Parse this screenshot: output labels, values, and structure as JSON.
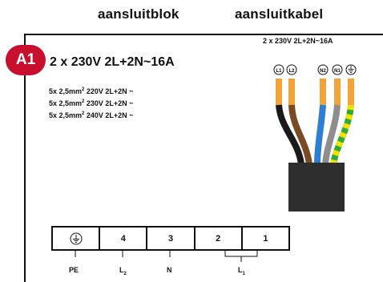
{
  "header": {
    "left_title": "aansluitblok",
    "right_title": "aansluitkabel"
  },
  "badge": "A1",
  "main_title": "2 x 230V 2L+2N~16A",
  "specs": [
    {
      "prefix": "5x 2,5mm",
      "sup": "2",
      "suffix": " 220V 2L+2N ~"
    },
    {
      "prefix": "5x 2,5mm",
      "sup": "2",
      "suffix": " 230V 2L+2N ~"
    },
    {
      "prefix": "5x 2,5mm",
      "sup": "2",
      "suffix": " 240V 2L+2N ~"
    }
  ],
  "cable": {
    "rating": "2 x 230V 2L+2N~16A",
    "conductors": [
      {
        "label": "L1",
        "color": "#1a1a1a"
      },
      {
        "label": "L2",
        "color": "#7a4a22"
      },
      {
        "label": "N2",
        "color": "#2f7fd0"
      },
      {
        "label": "N1",
        "color": "#8e8e8e"
      },
      {
        "label": "ground-icon",
        "color": "#2eaa3a",
        "stripe": "#f1e200"
      }
    ],
    "ferrule_color": "#f2a43a",
    "sheath_color": "#2e2e2e"
  },
  "terminal_block": {
    "terminals": [
      {
        "symbol": "ground-icon"
      },
      {
        "number": "4"
      },
      {
        "number": "3"
      },
      {
        "number": "2"
      },
      {
        "number": "1"
      }
    ],
    "labels": {
      "pe": "PE",
      "l2_base": "L",
      "l2_sub": "2",
      "n": "N",
      "l1_base": "L",
      "l1_sub": "1"
    }
  }
}
